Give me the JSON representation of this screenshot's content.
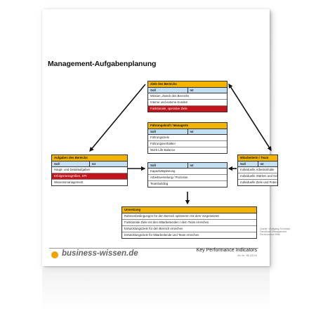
{
  "document": {
    "title": "Management-Aufgabenplanung",
    "brand": "business-wissen.de",
    "footer_right": "Key Performance Indicators",
    "article_number": "Art.-Nr.: 86 125 00",
    "source_lines": [
      "Quelle: Wolfgang Schröder",
      "Handbuch Management",
      "Performance Hilfe"
    ]
  },
  "columns": {
    "soll": "Soll",
    "ist": "Ist"
  },
  "boxes": {
    "ziele": {
      "header": "Ziele des Bereichs",
      "rows": [
        "Mission, Zweck des Bereichs",
        "Interne und externe Kunden",
        "Funktionale, operative Ziele"
      ]
    },
    "fuehrung": {
      "header": "Führungskraft / ManagerIn",
      "rows": [
        "Führungsziele",
        "Führungsverhalten",
        "Work-Life-Balance"
      ]
    },
    "aufgaben": {
      "header": "Aufgaben des Bereichs",
      "rows": [
        "Haupt- und Detailaufgaben",
        "Erfolgsmessgrößen, KPI",
        "Wissensmanagement"
      ]
    },
    "kapazitaet": {
      "rows": [
        "Kapazitätsplanung",
        "Arbeitsverteilung / Prozesse",
        "Teambuilding"
      ]
    },
    "mitarbeiter": {
      "header": "MitarbeiterIn / Team",
      "rows": [
        "Individuelle Arbeitsinhalte",
        "Individuelle Stärken und Schwächen",
        "Individuelle Ziele und Potenziale"
      ]
    },
    "umsetzung": {
      "header": "Umsetzung",
      "rows": [
        "Rahmenbedingungen für den Bereich optimieren mit dem Vorgesetzten",
        "Funktionale Ziele mit den Mitarbeitenden / dem Team erreichen",
        "Entwicklungsziele für den Bereich erreichen",
        "Entwicklungsziele für Mitarbeitende und Team erreichen"
      ]
    }
  },
  "colors": {
    "header": "#f3b400",
    "cols": "#c5dff2",
    "highlight": "#c5131b",
    "logo": "#f3a100"
  }
}
